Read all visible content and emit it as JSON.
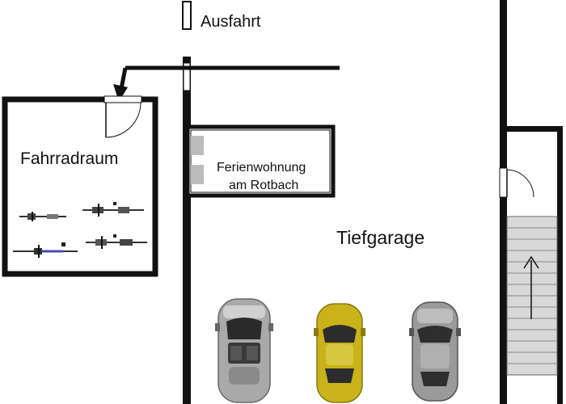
{
  "labels": {
    "exit": "Ausfahrt",
    "bike_room": "Fahrradraum",
    "apartment_line1": "Ferienwohnung",
    "apartment_line2": "am Rotbach",
    "garage": "Tiefgarage"
  },
  "colors": {
    "wall": "#111111",
    "car_left": "#a9a9a9",
    "car_middle": "#c9b21a",
    "car_right": "#9a9a9a",
    "stairs": "#d8d8d8",
    "bike_frame_accent": "#4a4ab0"
  },
  "icons": [
    "parking-direction-arrow-icon",
    "door-icon",
    "stairs-up-arrow-icon",
    "bicycle-icon",
    "car-icon"
  ]
}
